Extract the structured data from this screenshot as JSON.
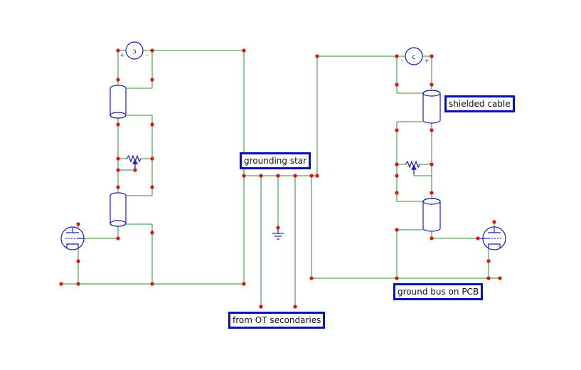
{
  "labels": {
    "grounding_star": "grounding star",
    "shielded_cable": "shielded cable",
    "from_ot_secondaries": "from OT secondaries",
    "ground_bus_on_pcb": "ground bus on PCB"
  },
  "polarity": {
    "plus": "+",
    "minus": "-"
  },
  "colors": {
    "wire": "#2e8b2e",
    "component": "#1a1ab8",
    "node": "#e01010",
    "label_border": "#0a10b8"
  }
}
